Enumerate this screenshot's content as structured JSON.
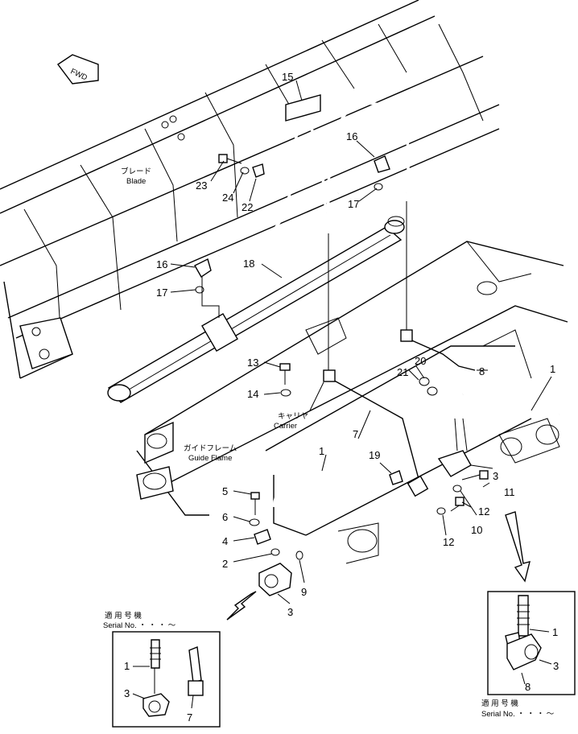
{
  "fwd_label": "FWD",
  "labels": {
    "blade_jp": "ブレード",
    "blade_en": "Blade",
    "carrier_jp": "キャリヤ",
    "carrier_en": "Carrier",
    "guide_frame_jp": "ガイドフレーム",
    "guide_frame_en": "Guide Flame"
  },
  "inset_left": {
    "title_jp": "適 用 号 機",
    "serial": "Serial No.   ・ ・ ・  ～",
    "callouts": [
      "1",
      "3",
      "7"
    ]
  },
  "inset_right": {
    "title_jp": "適 用 号 機",
    "serial": "Serial No.   ・ ・ ・  ～",
    "callouts": [
      "1",
      "3",
      "8"
    ]
  },
  "callouts": {
    "c1a": "1",
    "c1b": "1",
    "c2": "2",
    "c3a": "3",
    "c3b": "3",
    "c4": "4",
    "c5": "5",
    "c6": "6",
    "c7": "7",
    "c8": "8",
    "c9": "9",
    "c10": "10",
    "c11": "11",
    "c12a": "12",
    "c12b": "12",
    "c13": "13",
    "c14": "14",
    "c15": "15",
    "c16a": "16",
    "c16b": "16",
    "c17a": "17",
    "c17b": "17",
    "c18": "18",
    "c19": "19",
    "c20": "20",
    "c21": "21",
    "c22": "22",
    "c23": "23",
    "c24": "24"
  }
}
